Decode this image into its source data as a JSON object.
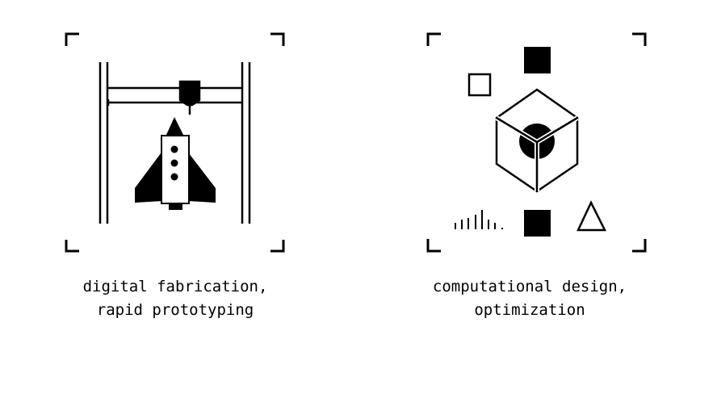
{
  "panels": [
    {
      "caption_line1": "digital fabrication,",
      "caption_line2": "rapid prototyping",
      "icon": "3d-printer-rocket-icon"
    },
    {
      "caption_line1": "computational design,",
      "caption_line2": "optimization",
      "icon": "cube-geometry-icon"
    }
  ],
  "colors": {
    "ink": "#000000",
    "background": "#ffffff"
  }
}
